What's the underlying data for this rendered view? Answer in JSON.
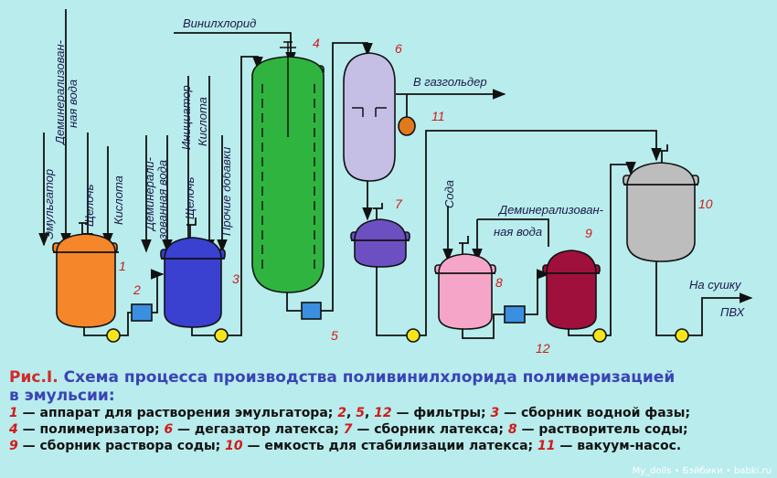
{
  "labels": {
    "emulsifier": "Эмульгатор",
    "demin_water_1a": "Деминерализован-",
    "demin_water_1b": "ная вода",
    "alkali_1": "Щелочь",
    "acid_1": "Кислота",
    "demin_water_2a": "Деминерали-",
    "demin_water_2b": "зованная вода",
    "alkali_2": "Щелочь",
    "initiator": "Инициатор",
    "acid_2": "Кислота",
    "other_additives": "Прочие добавки",
    "vinyl_chloride": "Винилхлорид",
    "to_gasholder": "В газгольдер",
    "soda": "Сода",
    "demin_water_3a": "Деминерализован-",
    "demin_water_3b": "ная вода",
    "to_drying_a": "На сушку",
    "to_drying_b": "ПВХ"
  },
  "numbers": {
    "n1": "1",
    "n2": "2",
    "n3": "3",
    "n4": "4",
    "n5": "5",
    "n6": "6",
    "n7": "7",
    "n8": "8",
    "n9": "9",
    "n10": "10",
    "n11": "11",
    "n12": "12"
  },
  "colors": {
    "background": "#b9ecec",
    "apparatus_1": "#f5862a",
    "collector_3": "#3a40cf",
    "polymerizer_4": "#2fb53f",
    "degasser_6": "#c5bfe6",
    "collector_7": "#6c50c2",
    "dissolver_8": "#f5a6c8",
    "collector_9": "#a0103c",
    "tank_10": "#bdbdbd",
    "filter": "#3a8fe0",
    "pump": "#f5e51a"
  },
  "caption": {
    "fig": "Рис.I.",
    "title_rest": " Схема процесса производства поливинилхлорида полимеризацией",
    "title_line2": "в эмульсии:",
    "legend": [
      [
        [
          "n",
          "1"
        ],
        [
          "t",
          " — аппарат для растворения эмульгатора; "
        ],
        [
          "n",
          "2"
        ],
        [
          "t",
          ", "
        ],
        [
          "n",
          "5"
        ],
        [
          "t",
          ", "
        ],
        [
          "n",
          "12"
        ],
        [
          "t",
          " — фильтры; "
        ],
        [
          "n",
          "3"
        ],
        [
          "t",
          " — сборник водной фазы;"
        ]
      ],
      [
        [
          "n",
          "4"
        ],
        [
          "t",
          " — полимеризатор; "
        ],
        [
          "n",
          "6"
        ],
        [
          "t",
          " — дегазатор латекса; "
        ],
        [
          "n",
          "7"
        ],
        [
          "t",
          " — сборник латекса; "
        ],
        [
          "n",
          "8"
        ],
        [
          "t",
          " — растворитель соды;"
        ]
      ],
      [
        [
          "n",
          "9"
        ],
        [
          "t",
          " — сборник раствора соды; "
        ],
        [
          "n",
          "10"
        ],
        [
          "t",
          " — емкость для стабилизации латекса; "
        ],
        [
          "n",
          "11"
        ],
        [
          "t",
          " — вакуум-насос."
        ]
      ]
    ]
  },
  "watermark": "My_dolls • Бэйбики • babki.ru"
}
